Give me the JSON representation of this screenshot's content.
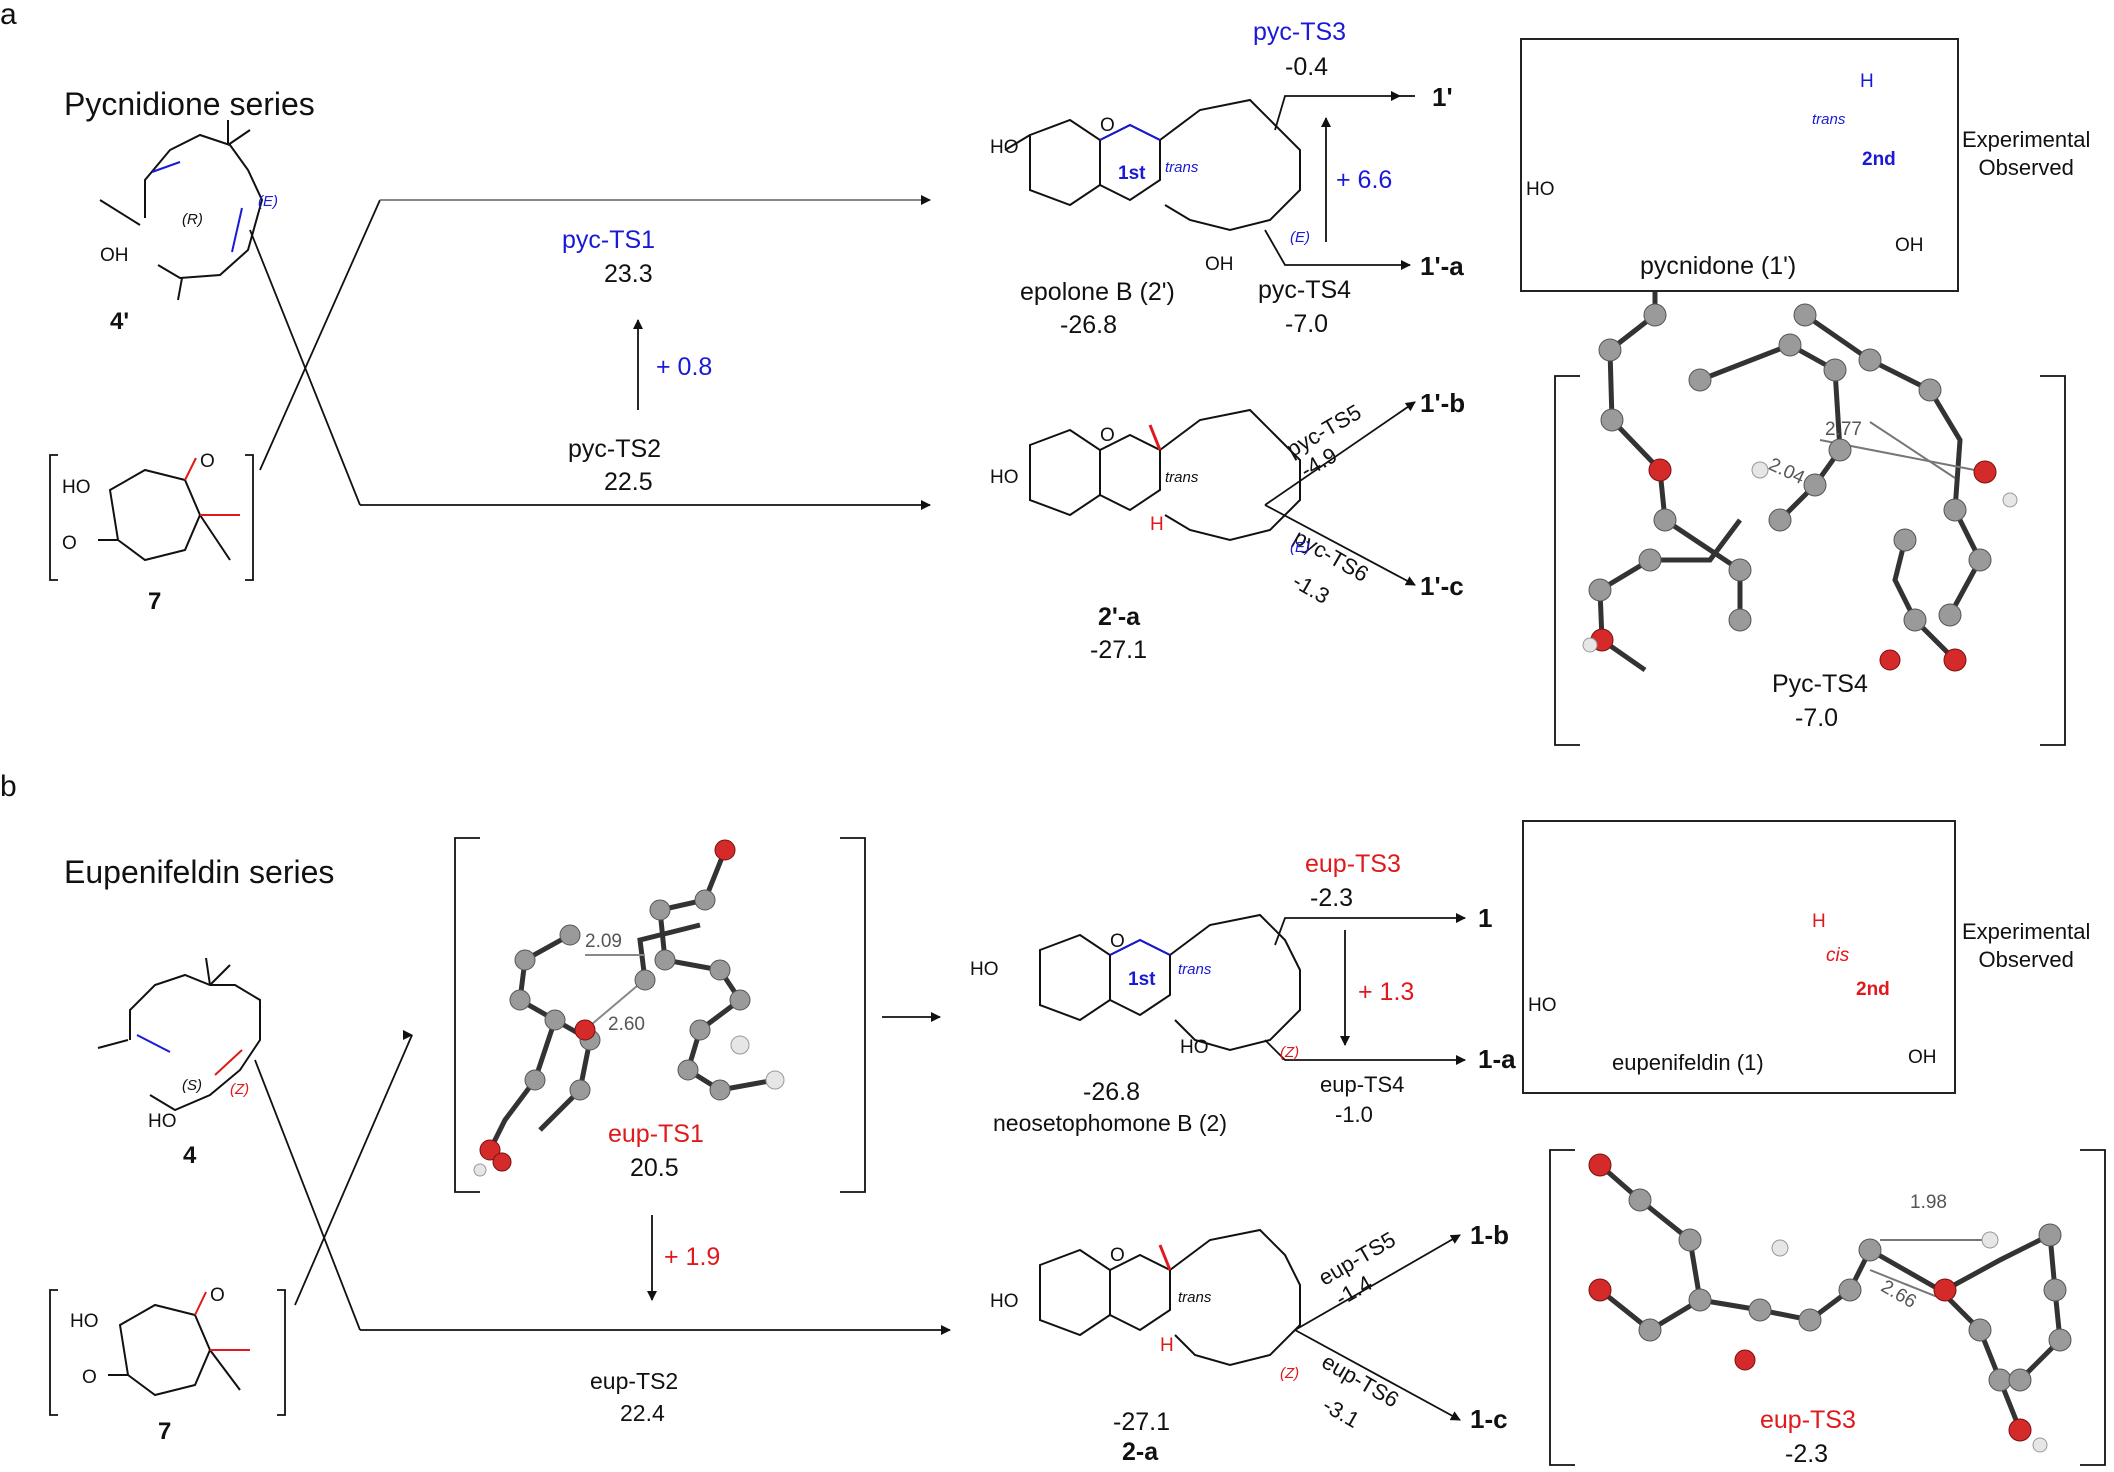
{
  "panels": {
    "a": {
      "letter": "a",
      "series_title": "Pycnidione series",
      "reactant_diene": "4'",
      "reactant_quinone": "7",
      "ts1": {
        "label": "pyc-TS1",
        "energy": "23.3"
      },
      "ts2": {
        "label": "pyc-TS2",
        "energy": "22.5"
      },
      "ts_gap": "+ 0.8",
      "int_main": {
        "label": "epolone B (2')",
        "energy": "-26.8",
        "ring1": "1st",
        "stereo": "trans"
      },
      "int_alt": {
        "label": "2'-a",
        "energy": "-27.1",
        "stereo": "trans"
      },
      "ts3": {
        "label": "pyc-TS3",
        "energy": "-0.4"
      },
      "ts4": {
        "label": "pyc-TS4",
        "energy": "-7.0"
      },
      "ts34_gap": "+ 6.6",
      "ts5": {
        "label": "pyc-TS5",
        "energy": "-4.9"
      },
      "ts6": {
        "label": "pyc-TS6",
        "energy": "-1.3"
      },
      "products": [
        "1'",
        "1'-a",
        "1'-b",
        "1'-c"
      ],
      "final": {
        "name": "pycnidone (1')",
        "stereo": "trans",
        "ring2": "2nd",
        "H": "H",
        "HO": "HO",
        "OH": "OH"
      },
      "observed": "Experimental\nObserved",
      "ts3d": {
        "label": "Pyc-TS4",
        "energy": "-7.0",
        "d1": "2.77",
        "d2": "2.04"
      },
      "mol_marks": {
        "HO": "HO",
        "OH": "OH",
        "O": "O",
        "E": "(E)",
        "R": "(R)",
        "H": "H"
      }
    },
    "b": {
      "letter": "b",
      "series_title": "Eupenifeldin series",
      "reactant_diene": "4",
      "reactant_quinone": "7",
      "ts1": {
        "label": "eup-TS1",
        "energy": "20.5"
      },
      "ts2": {
        "label": "eup-TS2",
        "energy": "22.4"
      },
      "ts_gap": "+ 1.9",
      "int_main": {
        "label": "neosetophomone B (2)",
        "energy": "-26.8",
        "ring1": "1st",
        "stereo": "trans"
      },
      "int_alt": {
        "label": "2-a",
        "energy": "-27.1",
        "stereo": "trans"
      },
      "ts3": {
        "label": "eup-TS3",
        "energy": "-2.3"
      },
      "ts4": {
        "label": "eup-TS4",
        "energy": "-1.0"
      },
      "ts34_gap": "+ 1.3",
      "ts5": {
        "label": "eup-TS5",
        "energy": "-1.4"
      },
      "ts6": {
        "label": "eup-TS6",
        "energy": "-3.1"
      },
      "products": [
        "1",
        "1-a",
        "1-b",
        "1-c"
      ],
      "final": {
        "name": "eupenifeldin (1)",
        "stereo": "cis",
        "ring2": "2nd",
        "H": "H",
        "HO": "HO",
        "OH": "OH"
      },
      "observed": "Experimental\nObserved",
      "ts1_3d": {
        "d1": "2.09",
        "d2": "2.60"
      },
      "ts3d": {
        "label": "eup-TS3",
        "energy": "-2.3",
        "d1": "1.98",
        "d2": "2.66"
      },
      "mol_marks": {
        "HO": "HO",
        "OH": "OH",
        "O": "O",
        "Z": "(Z)",
        "S": "(S)",
        "H": "H"
      }
    }
  },
  "colors": {
    "blue": "#1a1ad6",
    "red": "#e0191c",
    "atom_c": "#9a9a9a",
    "atom_o": "#d42a2a",
    "atom_h": "#e6e6e6"
  }
}
